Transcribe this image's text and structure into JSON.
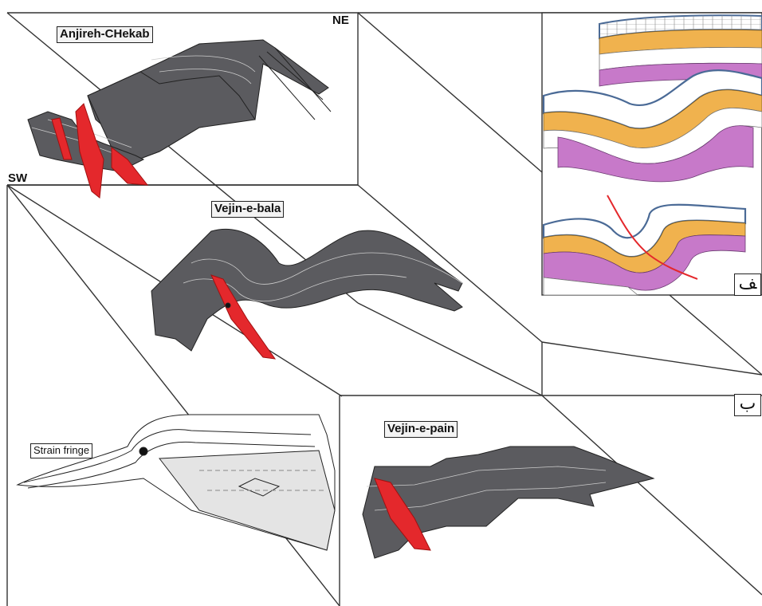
{
  "labels": {
    "anjireh": "Anjireh-CHekab",
    "vejin_bala": "Vejin-e-bala",
    "vejin_pain": "Vejin-e-pain",
    "ne": "NE",
    "sw": "SW",
    "strain_fringe": "Strain fringe",
    "corner_alef": "ﻒ",
    "corner_be": "ب"
  },
  "colors": {
    "fold_surface": "#5b5b5f",
    "fault_zone": "#e4282c",
    "layer_orange": "#f0b24e",
    "layer_purple": "#c779c9",
    "layer_blue": "#4a6a96",
    "fringe_fill": "#e4e4e4"
  }
}
